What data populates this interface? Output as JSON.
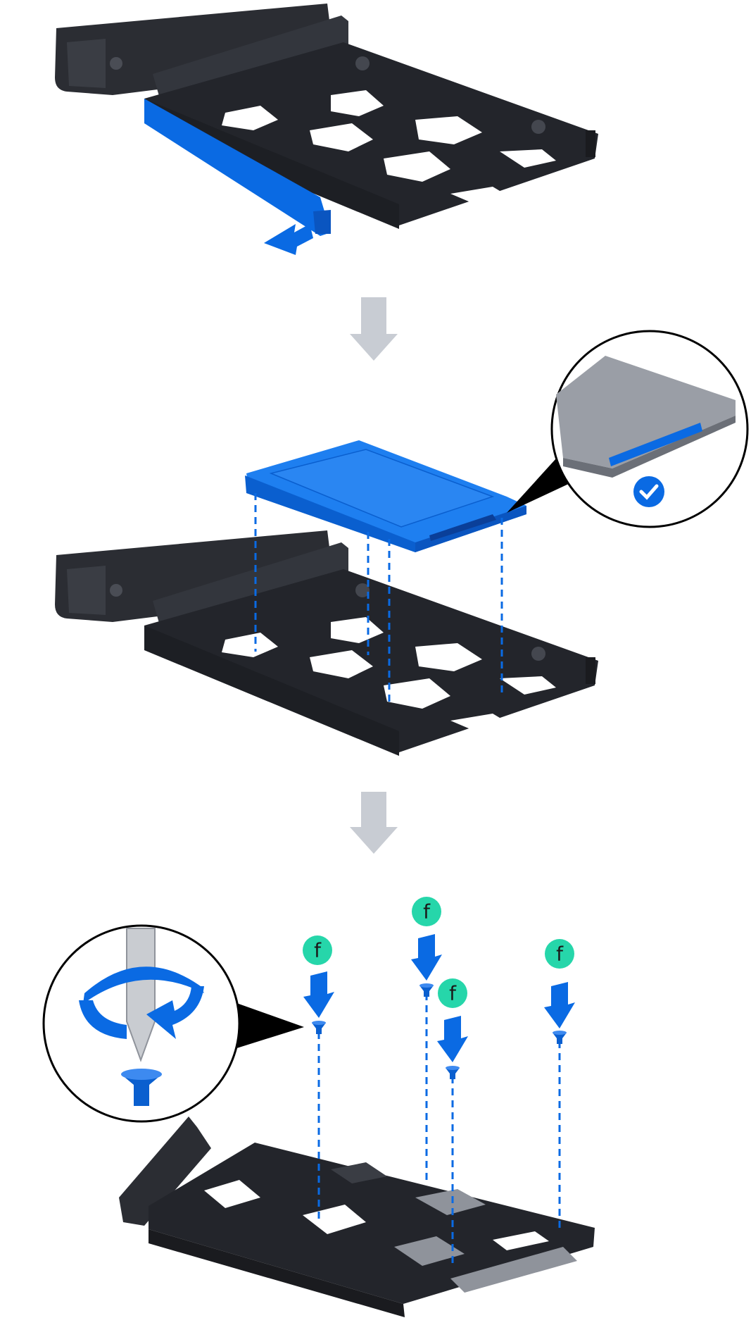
{
  "diagram": {
    "steps": [
      "remove-side-rail",
      "place-drive-in-tray",
      "fasten-screws"
    ],
    "screw_labels": [
      "f",
      "f",
      "f",
      "f"
    ],
    "icons": {
      "step_arrow": "gray-down-arrow-icon",
      "confirm": "checkmark-icon",
      "screwdriver": "screwdriver-icon",
      "rotate": "rotate-arrow-icon",
      "screw": "screw-icon"
    },
    "colors": {
      "accent_blue": "#0a6ae3",
      "tray_dark": "#2b2d33",
      "step_arrow_gray": "#c8ccd3",
      "label_green": "#26d6aa",
      "ssd_gray": "#8f939b"
    }
  }
}
